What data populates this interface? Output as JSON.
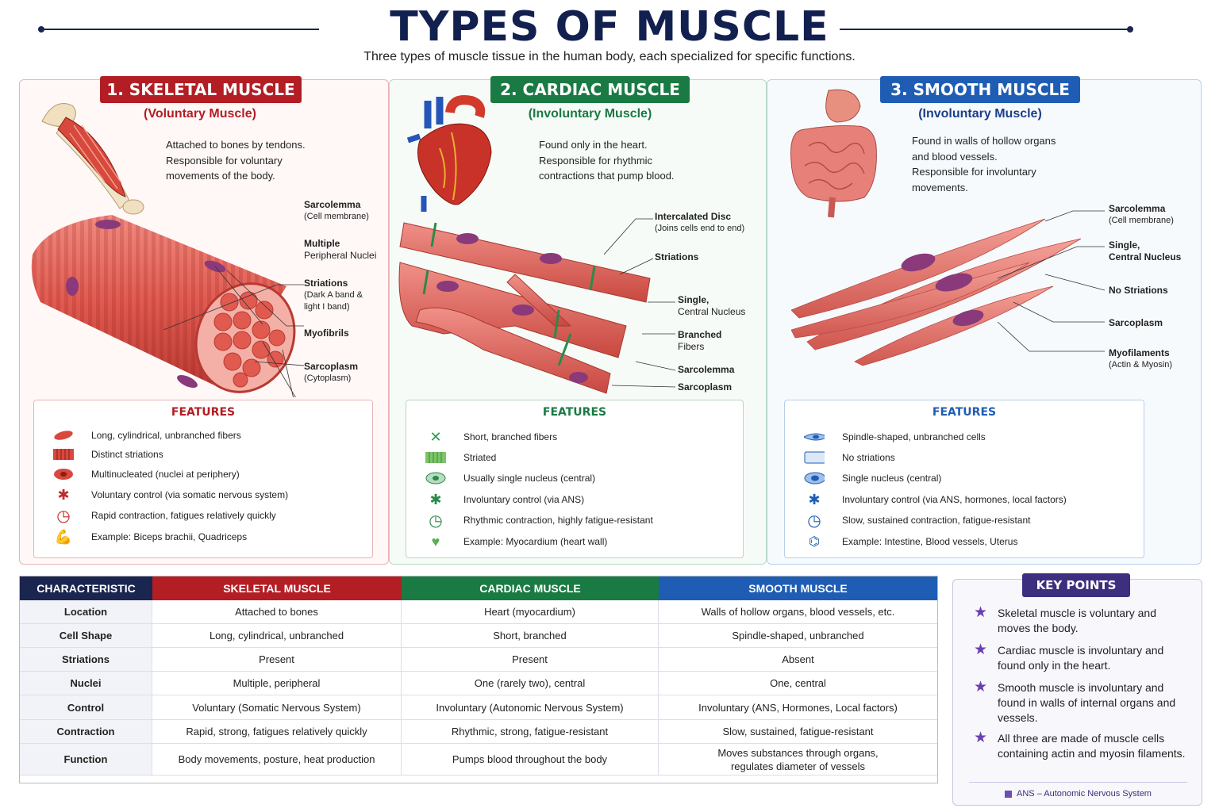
{
  "header": {
    "title": "TYPES OF MUSCLE",
    "subtitle": "Three types of muscle tissue in the human body, each specialized for specific functions."
  },
  "colors": {
    "navy": "#12204f",
    "skeletal": "#b21e24",
    "cardiac": "#1a7a43",
    "smooth": "#1f5db4",
    "keypoints": "#3e2f7e"
  },
  "panels": [
    {
      "title": "1. SKELETAL MUSCLE",
      "subtitle": "(Voluntary Muscle)",
      "description": [
        "Attached to bones by tendons.",
        "Responsible for voluntary",
        "movements of the body."
      ],
      "illustration": "arm-muscle",
      "labels": [
        {
          "name": "Sarcolemma",
          "sub": "(Cell membrane)"
        },
        {
          "name": "Multiple",
          "sub": "Peripheral Nuclei"
        },
        {
          "name": "Striations",
          "sub": "(Dark A band & light I band)"
        },
        {
          "name": "Myofibrils",
          "sub": ""
        },
        {
          "name": "Sarcoplasm",
          "sub": "(Cytoplasm)"
        }
      ],
      "features_title": "FEATURES",
      "features": [
        {
          "icon": "fiber-icon",
          "text": "Long, cylindrical, unbranched fibers"
        },
        {
          "icon": "striation-icon",
          "text": "Distinct striations"
        },
        {
          "icon": "nucleus-icon",
          "text": "Multinucleated (nuclei at periphery)"
        },
        {
          "icon": "neuron-icon",
          "text": "Voluntary control (via somatic nervous system)"
        },
        {
          "icon": "clock-icon",
          "text": "Rapid contraction, fatigues relatively quickly"
        },
        {
          "icon": "biceps-icon",
          "text": "Example: Biceps brachii, Quadriceps"
        }
      ]
    },
    {
      "title": "2. CARDIAC MUSCLE",
      "subtitle": "(Involuntary Muscle)",
      "description": [
        "Found only in the heart.",
        "Responsible for rhythmic",
        "contractions that pump blood."
      ],
      "illustration": "heart",
      "labels": [
        {
          "name": "Intercalated Disc",
          "sub": "(Joins cells end to end)"
        },
        {
          "name": "Striations",
          "sub": ""
        },
        {
          "name": "Single,",
          "sub": "Central Nucleus"
        },
        {
          "name": "Branched",
          "sub": "Fibers"
        },
        {
          "name": "Sarcolemma",
          "sub": ""
        },
        {
          "name": "Sarcoplasm",
          "sub": ""
        }
      ],
      "features_title": "FEATURES",
      "features": [
        {
          "icon": "branch-icon",
          "text": "Short, branched fibers"
        },
        {
          "icon": "striation-icon",
          "text": "Striated"
        },
        {
          "icon": "nucleus-icon",
          "text": "Usually single nucleus (central)"
        },
        {
          "icon": "neuron-icon",
          "text": "Involuntary control (via ANS)"
        },
        {
          "icon": "clock-icon",
          "text": "Rhythmic contraction, highly fatigue-resistant"
        },
        {
          "icon": "heart-icon",
          "text": "Example: Myocardium (heart wall)"
        }
      ]
    },
    {
      "title": "3. SMOOTH MUSCLE",
      "subtitle": "(Involuntary Muscle)",
      "description": [
        "Found in walls of hollow organs",
        "and blood vessels.",
        "Responsible for involuntary",
        "movements."
      ],
      "illustration": "intestine",
      "labels": [
        {
          "name": "Sarcolemma",
          "sub": "(Cell membrane)"
        },
        {
          "name": "Single,",
          "sub": "Central Nucleus"
        },
        {
          "name": "No Striations",
          "sub": ""
        },
        {
          "name": "Sarcoplasm",
          "sub": ""
        },
        {
          "name": "Myofilaments",
          "sub": "(Actin & Myosin)"
        }
      ],
      "features_title": "FEATURES",
      "features": [
        {
          "icon": "spindle-icon",
          "text": "Spindle-shaped, unbranched cells"
        },
        {
          "icon": "plain-cell-icon",
          "text": "No striations"
        },
        {
          "icon": "nucleus-icon",
          "text": "Single nucleus (central)"
        },
        {
          "icon": "neuron-icon",
          "text": "Involuntary control (via ANS, hormones, local factors)"
        },
        {
          "icon": "clock-icon",
          "text": "Slow, sustained contraction, fatigue-resistant"
        },
        {
          "icon": "organ-icon",
          "text": "Example: Intestine, Blood vessels, Uterus"
        }
      ]
    }
  ],
  "table": {
    "headers": [
      "CHARACTERISTIC",
      "SKELETAL MUSCLE",
      "CARDIAC MUSCLE",
      "SMOOTH MUSCLE"
    ],
    "rows": [
      [
        "Location",
        "Attached to bones",
        "Heart (myocardium)",
        "Walls of hollow organs, blood vessels, etc."
      ],
      [
        "Cell Shape",
        "Long, cylindrical, unbranched",
        "Short, branched",
        "Spindle-shaped, unbranched"
      ],
      [
        "Striations",
        "Present",
        "Present",
        "Absent"
      ],
      [
        "Nuclei",
        "Multiple, peripheral",
        "One (rarely two), central",
        "One, central"
      ],
      [
        "Control",
        "Voluntary (Somatic Nervous System)",
        "Involuntary (Autonomic Nervous System)",
        "Involuntary (ANS, Hormones, Local factors)"
      ],
      [
        "Contraction",
        "Rapid, strong, fatigues relatively quickly",
        "Rhythmic, strong, fatigue-resistant",
        "Slow, sustained, fatigue-resistant"
      ],
      [
        "Function",
        "Body movements, posture, heat production",
        "Pumps blood throughout the body",
        "Moves substances through organs, regulates diameter of vessels"
      ]
    ]
  },
  "key_points": {
    "title": "KEY POINTS",
    "items": [
      "Skeletal muscle is voluntary and moves the body.",
      "Cardiac muscle is involuntary and found only in the heart.",
      "Smooth muscle is involuntary and found in walls of internal organs and vessels.",
      "All three are made of muscle cells containing actin and myosin filaments."
    ],
    "note": "ANS – Autonomic Nervous System"
  }
}
